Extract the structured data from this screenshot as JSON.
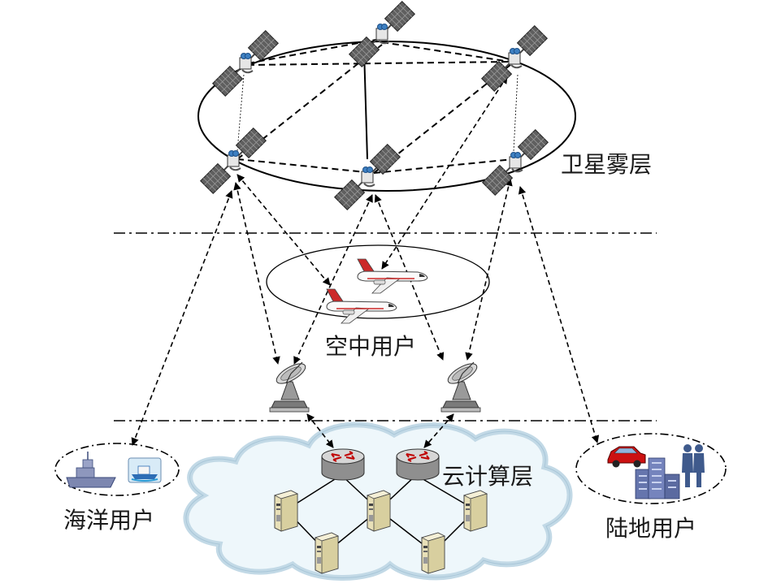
{
  "labels": {
    "satellite_layer": "卫星雾层",
    "air_users": "空中用户",
    "cloud_layer": "云计算层",
    "ocean_users": "海洋用户",
    "land_users": "陆地用户"
  },
  "icons": {
    "satellite": "satellite-icon",
    "airplane": "airplane-icon",
    "ground_station": "ground-station-dish-icon",
    "router": "router-icon",
    "server": "server-icon",
    "ship": "ship-icon",
    "boat": "boat-icon",
    "car": "car-icon",
    "building": "building-icon",
    "people": "people-icon"
  },
  "colors": {
    "line": "#000000",
    "cloud_fill": "#eef7fb",
    "cloud_stroke": "#c2d9e6",
    "router_top": "#d9d9d9",
    "router_arrow": "#c00000",
    "panel": "#6b6b6b",
    "car": "#cc1111",
    "building": "#5b6fa8"
  }
}
